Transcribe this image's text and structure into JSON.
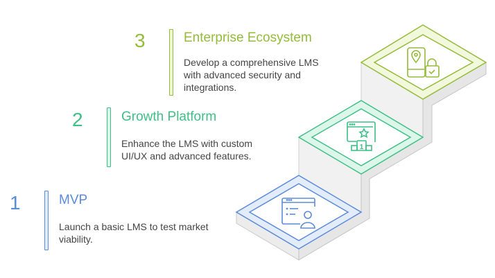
{
  "steps": [
    {
      "number": "1",
      "title": "MVP",
      "description": "Launch a basic LMS to test market viability.",
      "color": "#5b8bd9",
      "icon": "dashboard-user-icon"
    },
    {
      "number": "2",
      "title": "Growth Platform",
      "description": "Enhance the LMS with custom UI/UX and advanced features.",
      "color": "#3fbf86",
      "icon": "podium-star-icon",
      "icon_label": "1"
    },
    {
      "number": "3",
      "title": "Enterprise Ecosystem",
      "description": "Develop a comprehensive LMS with advanced security and integrations.",
      "color": "#94bb3a",
      "icon": "mobile-location-lock-icon"
    }
  ]
}
